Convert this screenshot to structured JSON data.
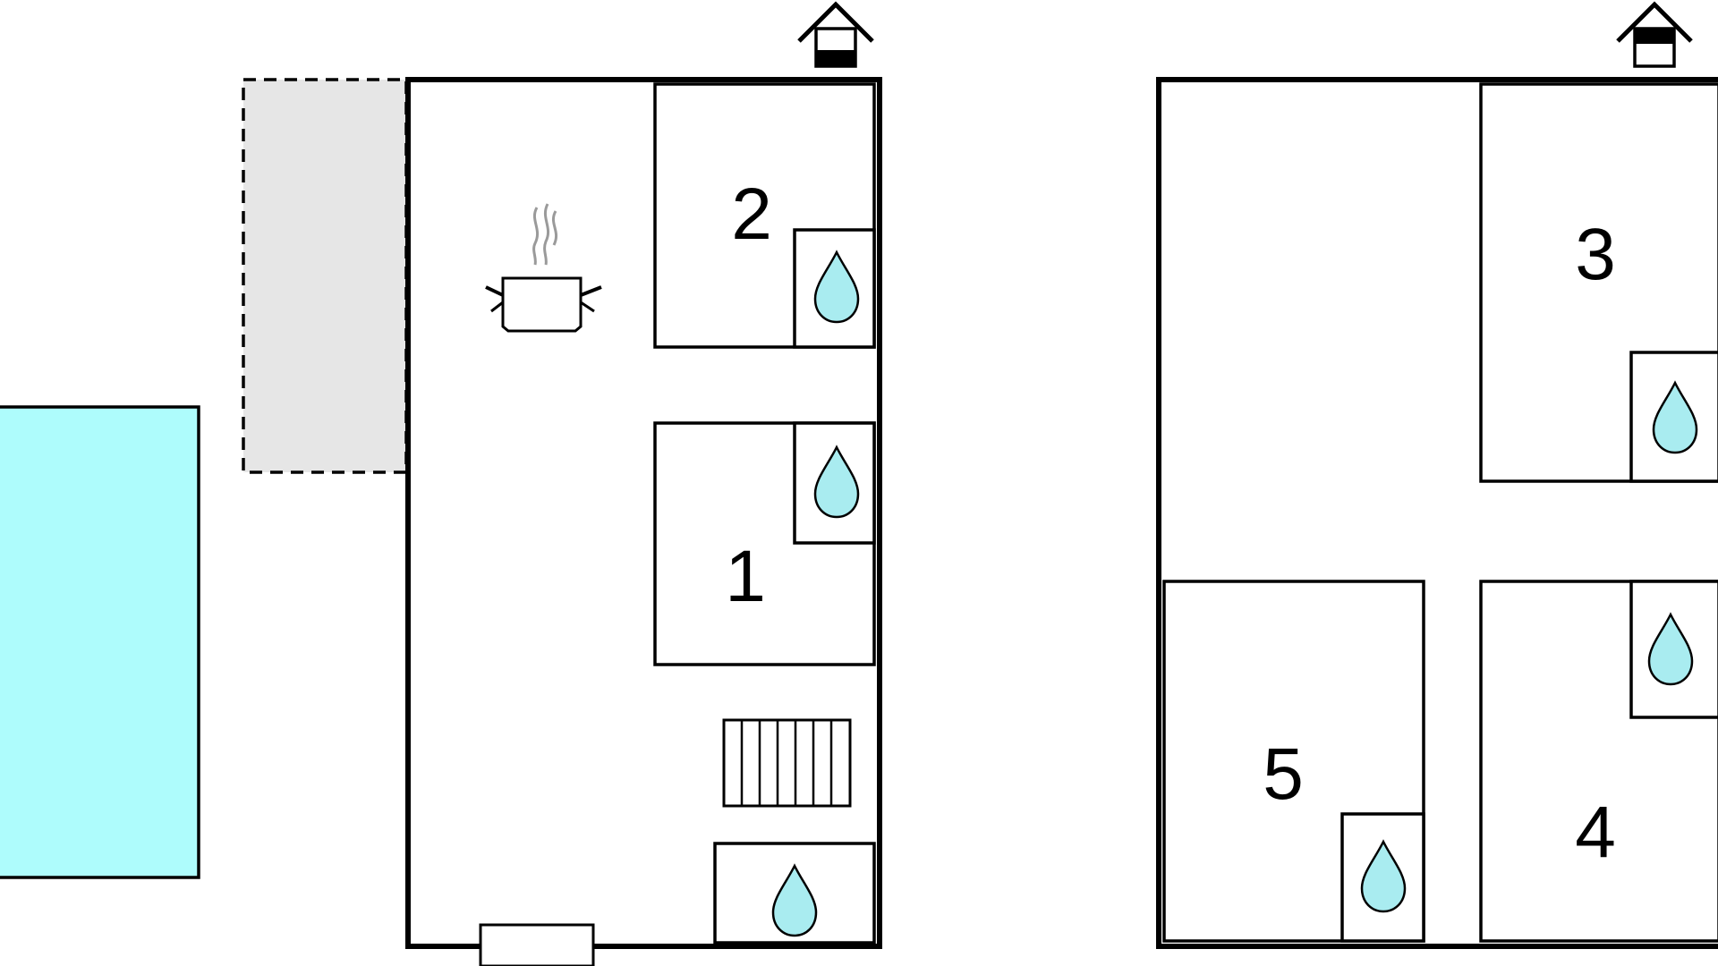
{
  "colors": {
    "pool": "#aefcfc",
    "pool_border": "#000000",
    "terrace": "#e6e6e6",
    "water_drop": "#a9ecf0",
    "wall": "#000000",
    "steam": "#9a9a9a",
    "background": "#ffffff"
  },
  "ground_floor": {
    "rooms": [
      {
        "id": "room-2",
        "label": "2",
        "has_bathroom": true
      },
      {
        "id": "room-1",
        "label": "1",
        "has_bathroom": true
      }
    ],
    "icons": [
      "house-entrance-icon",
      "kitchen-pot-icon",
      "staircase-icon",
      "water-drop-icon",
      "door-mat-icon"
    ],
    "extras": [
      "pool",
      "terrace"
    ]
  },
  "upper_floor": {
    "rooms": [
      {
        "id": "room-3",
        "label": "3",
        "has_bathroom": true
      },
      {
        "id": "room-5",
        "label": "5",
        "has_bathroom": true
      },
      {
        "id": "room-4",
        "label": "4",
        "has_bathroom": true
      }
    ],
    "icons": [
      "house-upper-floor-icon",
      "water-drop-icon"
    ]
  }
}
